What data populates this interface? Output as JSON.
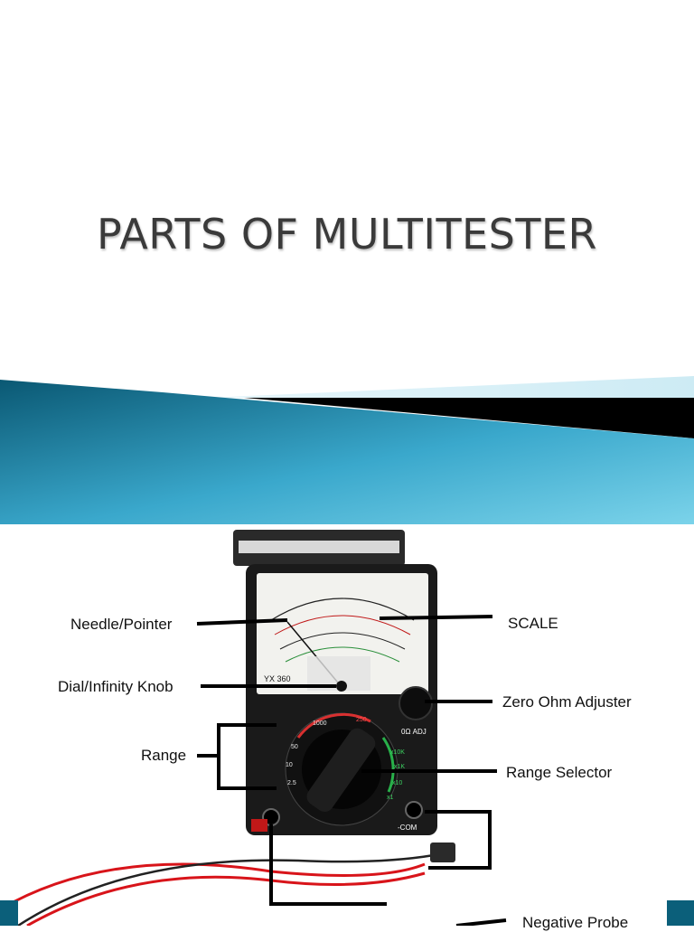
{
  "slide": {
    "title": "PARTS OF MULTITESTER"
  },
  "labels": {
    "needle": "Needle/Pointer",
    "scale": "SCALE",
    "dial": "Dial/Infinity Knob",
    "zero_ohm": "Zero Ohm Adjuster",
    "range": "Range",
    "range_selector": "Range Selector",
    "negative_probe": "Negative Probe"
  },
  "device": {
    "model": "YX 360",
    "zero_adj_label": "0Ω ADJ",
    "com_label": "-COM",
    "ranges_red": [
      "1000",
      "250",
      "50",
      "10",
      "2.5"
    ],
    "ranges_green": [
      "x10K",
      "x1K",
      "x10",
      "x1"
    ]
  },
  "colors": {
    "banner_dark": "#0b5f7a",
    "banner_light": "#5fc3e0",
    "device_body": "#1a1a1a",
    "probe_red": "#d8141a"
  }
}
